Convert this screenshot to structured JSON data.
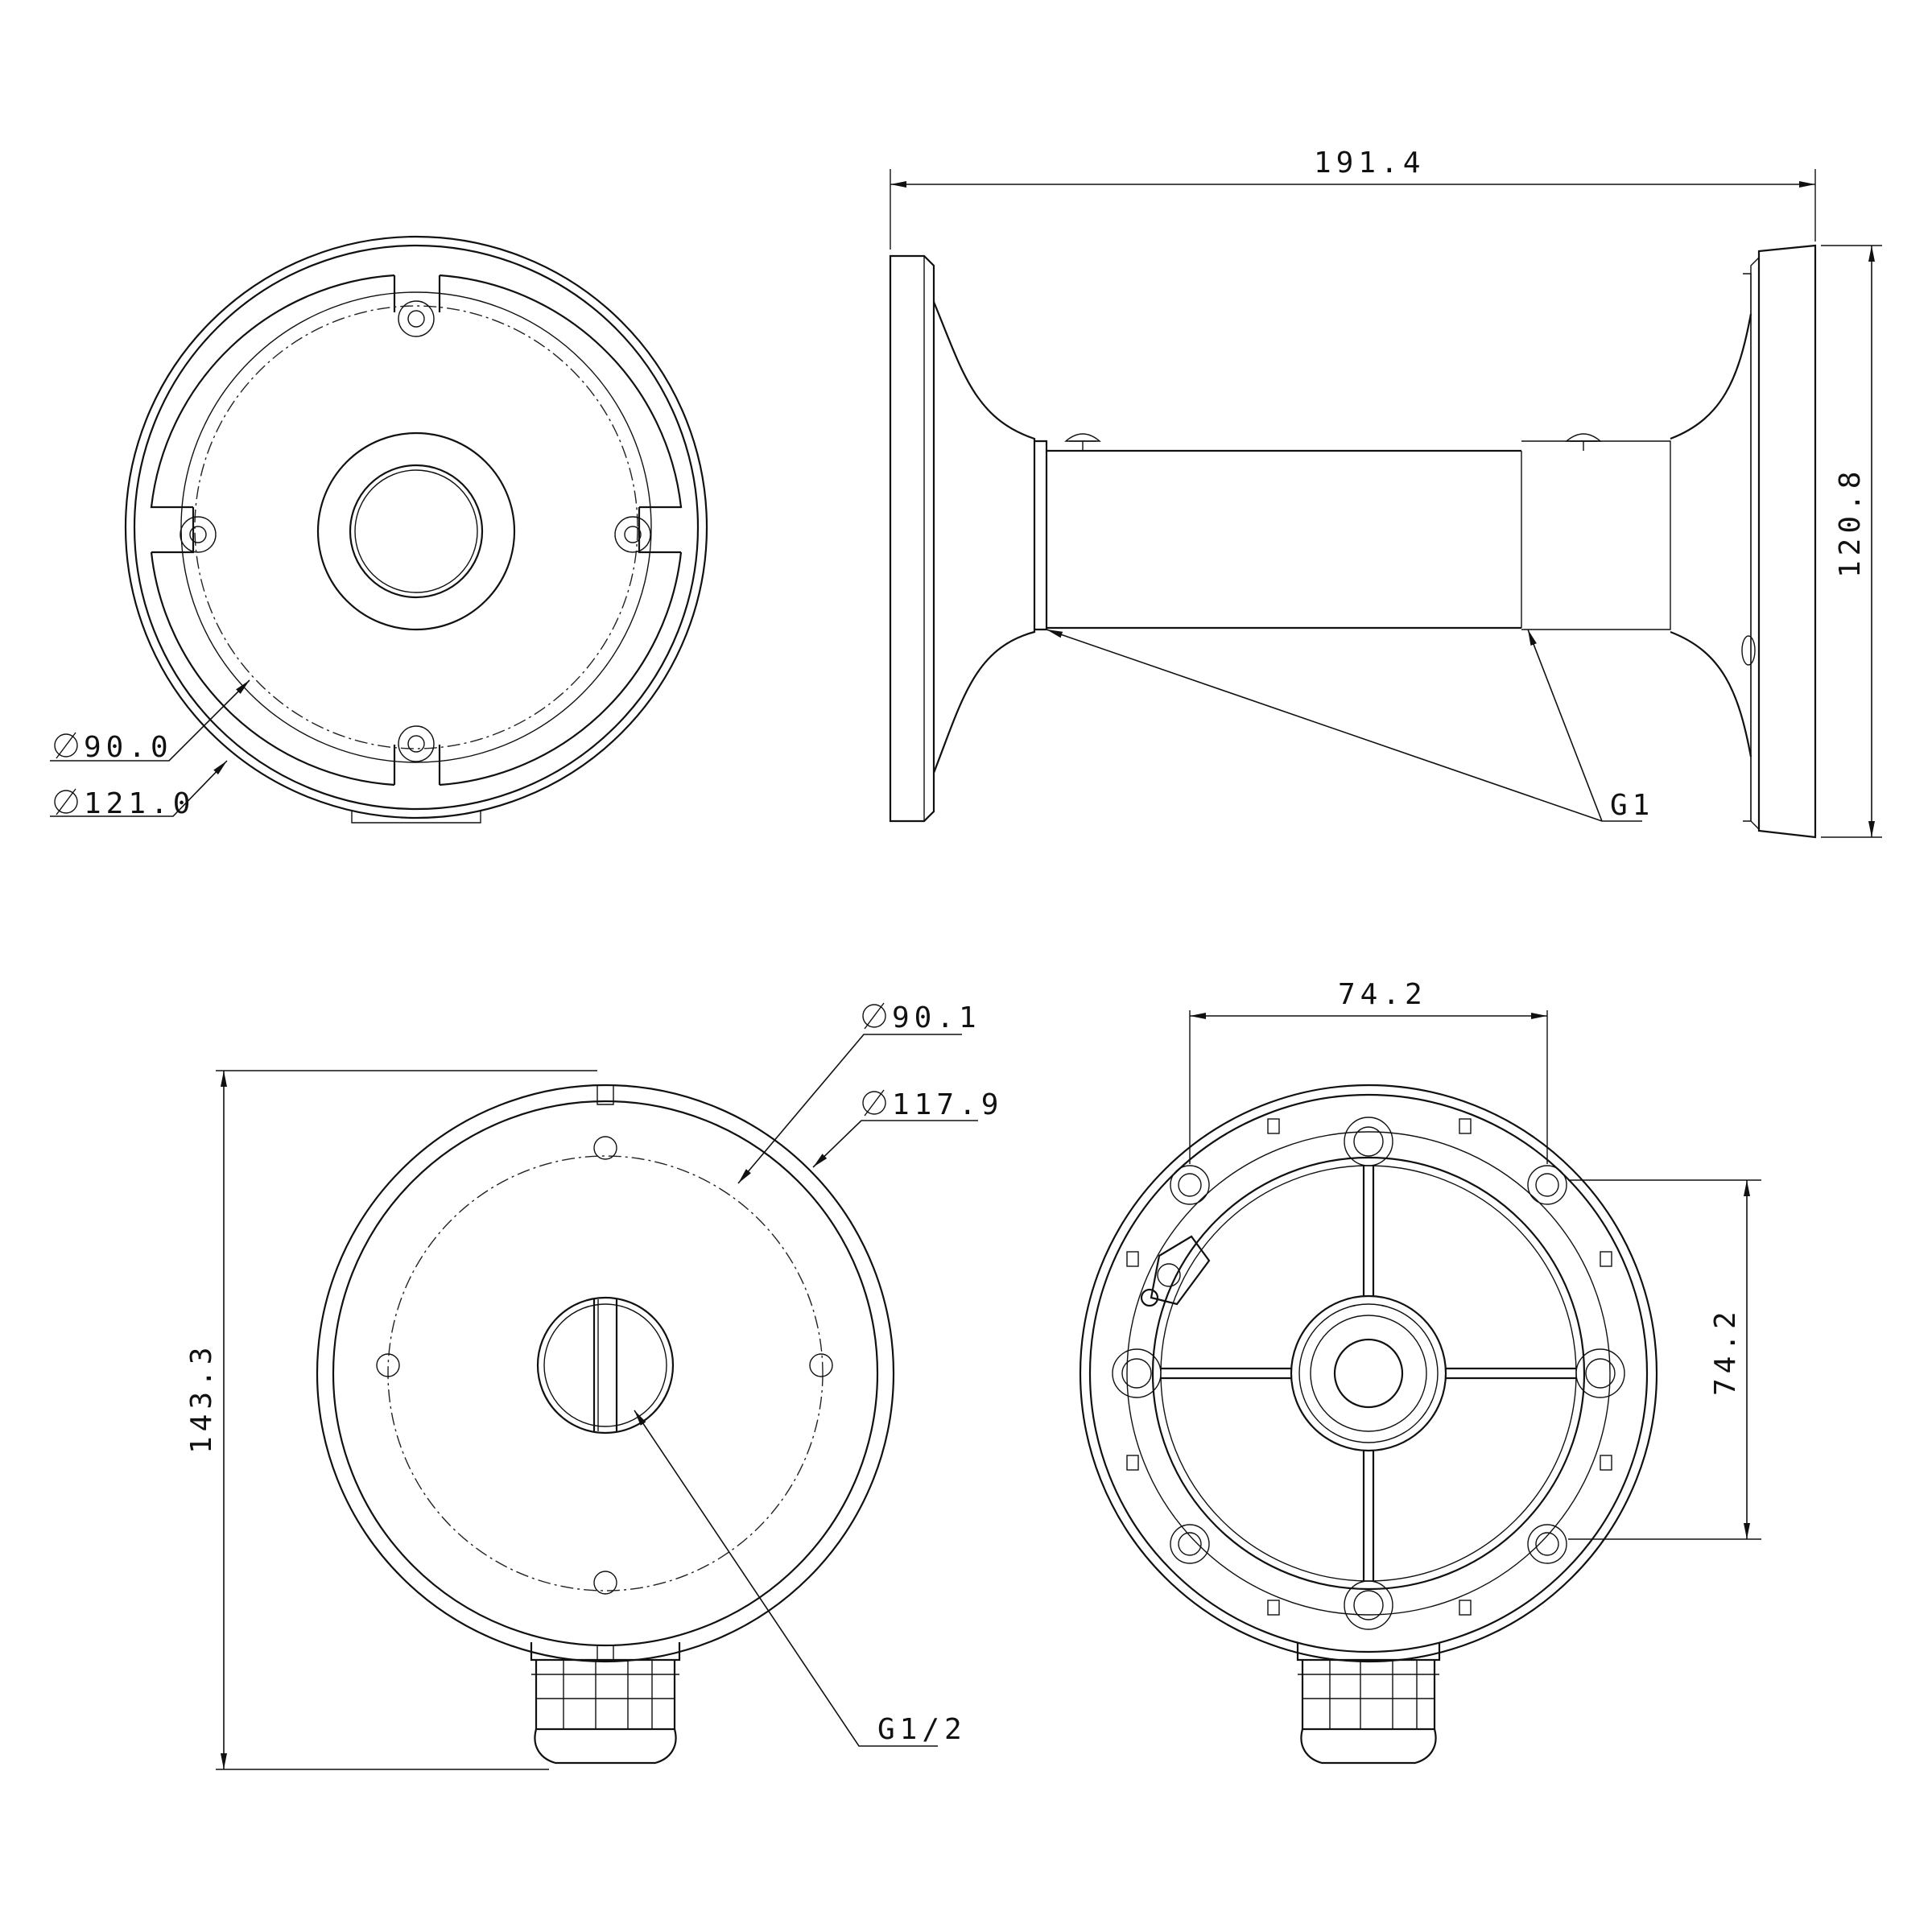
{
  "labels": {
    "top_left_dia_inner": "90.0",
    "top_left_dia_outer": "121.0",
    "side_width": "191.4",
    "side_height": "120.8",
    "side_thread": "G1",
    "bottom_left_dia_inner": "90.1",
    "bottom_left_dia_outer": "117.9",
    "bottom_left_height": "143.3",
    "bottom_left_thread": "G1/2",
    "bottom_right_width": "74.2",
    "bottom_right_height": "74.2"
  },
  "symbols": {
    "diameter": "diameter-symbol"
  },
  "colors": {
    "line": "#111111",
    "background": "#ffffff"
  }
}
